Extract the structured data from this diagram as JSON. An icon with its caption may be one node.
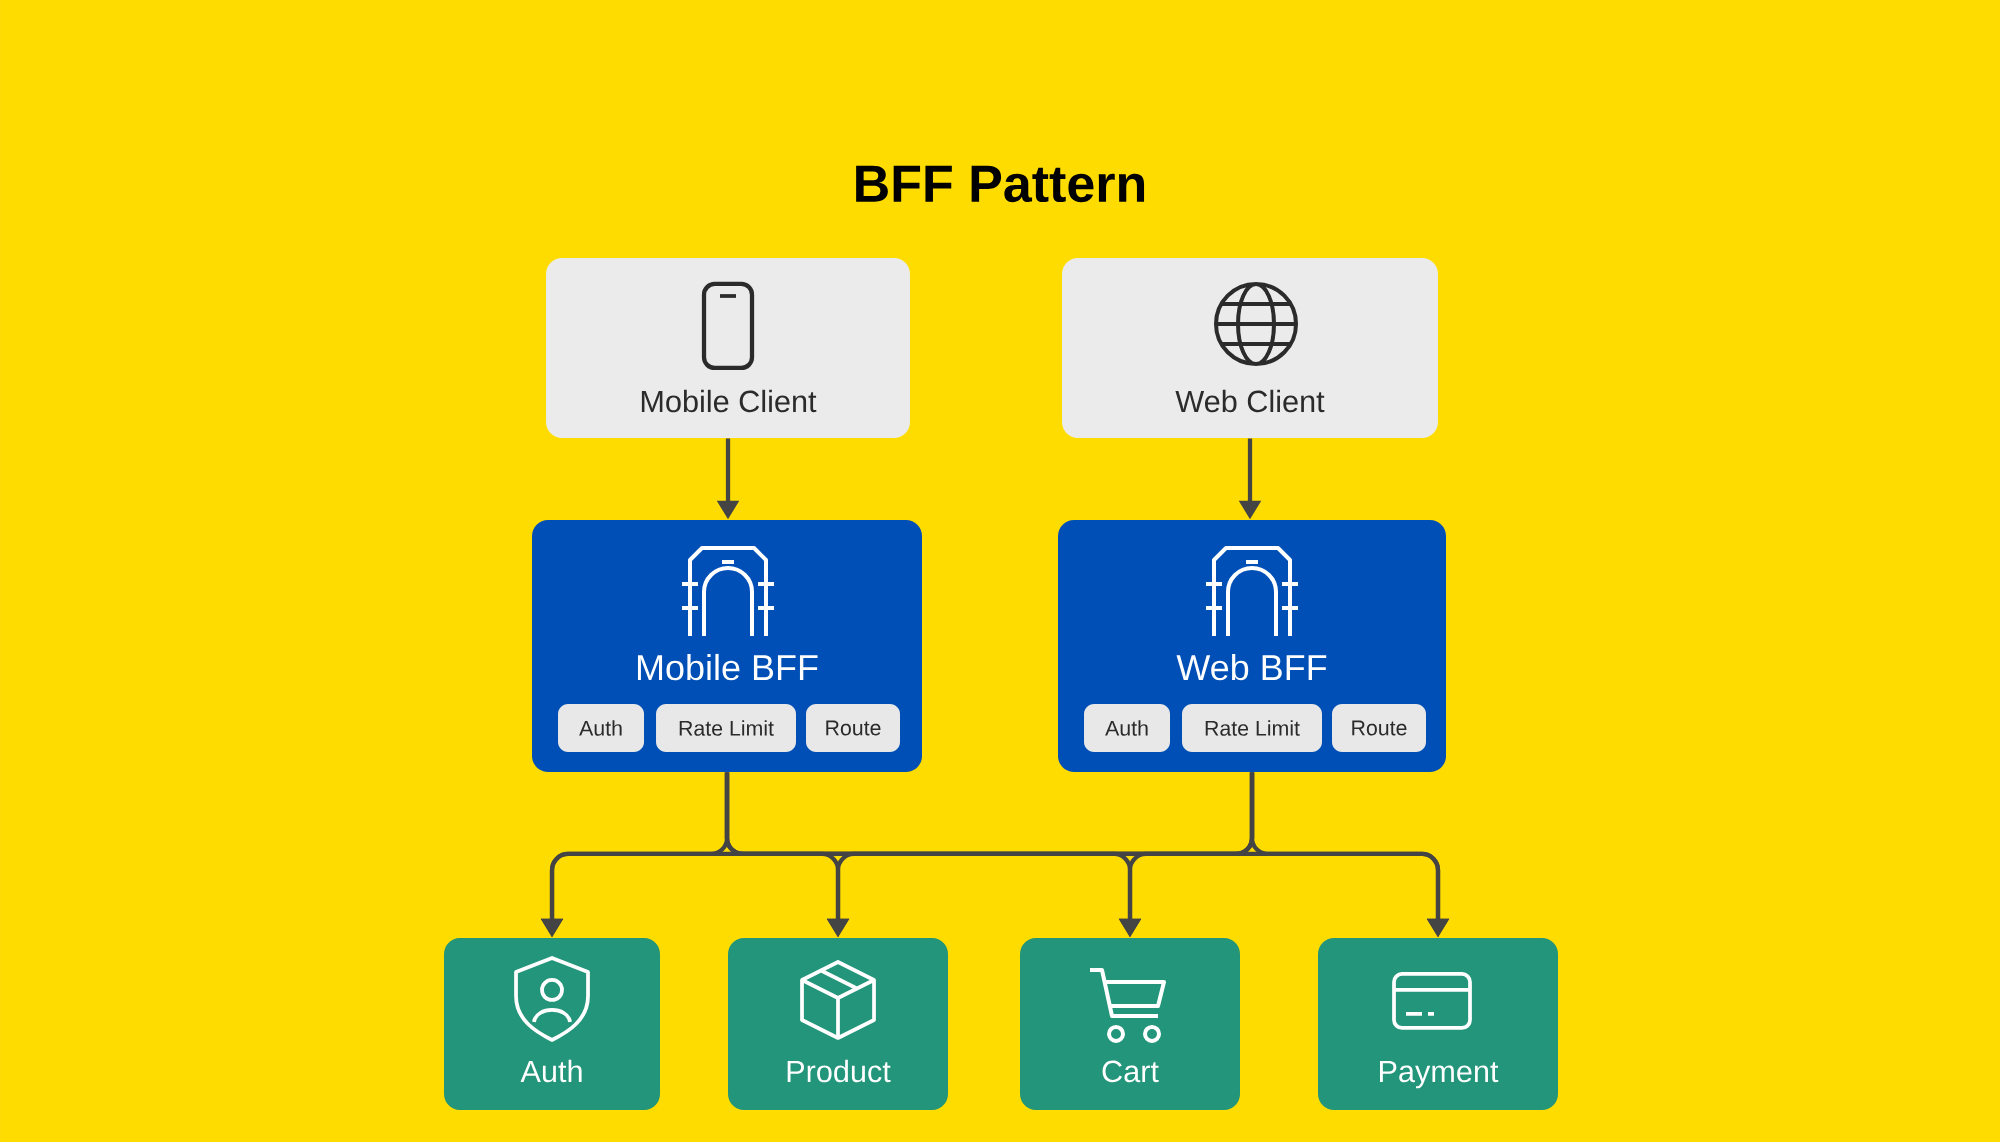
{
  "diagram": {
    "title": "BFF Pattern",
    "nodes": [
      {
        "text": [
          "Mobile Client"
        ]
      },
      {
        "text": [
          "Web Client"
        ]
      },
      {
        "text": [
          "Mobile BFF"
        ]
      },
      {
        "text": [
          "Auth"
        ],
        "in": 2
      },
      {
        "text": [
          "Rate Limit"
        ],
        "in": 2
      },
      {
        "text": [
          "Route"
        ],
        "in": 2
      },
      {
        "text": [
          "Web BFF"
        ]
      },
      {
        "text": [
          "Auth"
        ],
        "in": 6
      },
      {
        "text": [
          "Rate Limit"
        ],
        "in": 6
      },
      {
        "text": [
          "Route"
        ],
        "in": 6
      },
      {
        "text": [
          "Auth"
        ]
      },
      {
        "text": [
          "Product"
        ]
      },
      {
        "text": [
          "Cart"
        ]
      },
      {
        "text": [
          "Payment"
        ]
      }
    ],
    "edges": [
      {
        "from": 0,
        "to": 2,
        "arrow": "to"
      },
      {
        "from": 1,
        "to": 6,
        "arrow": "to"
      },
      {
        "from": 2,
        "to": 10,
        "arrow": "to"
      },
      {
        "from": 2,
        "to": 11,
        "arrow": "to"
      },
      {
        "from": 2,
        "to": 12,
        "arrow": "to"
      },
      {
        "from": 2,
        "to": 13,
        "arrow": "to"
      },
      {
        "from": 6,
        "to": 10,
        "arrow": "to"
      },
      {
        "from": 6,
        "to": 11,
        "arrow": "to"
      },
      {
        "from": 6,
        "to": 12,
        "arrow": "to"
      },
      {
        "from": 6,
        "to": 13,
        "arrow": "to"
      }
    ]
  }
}
